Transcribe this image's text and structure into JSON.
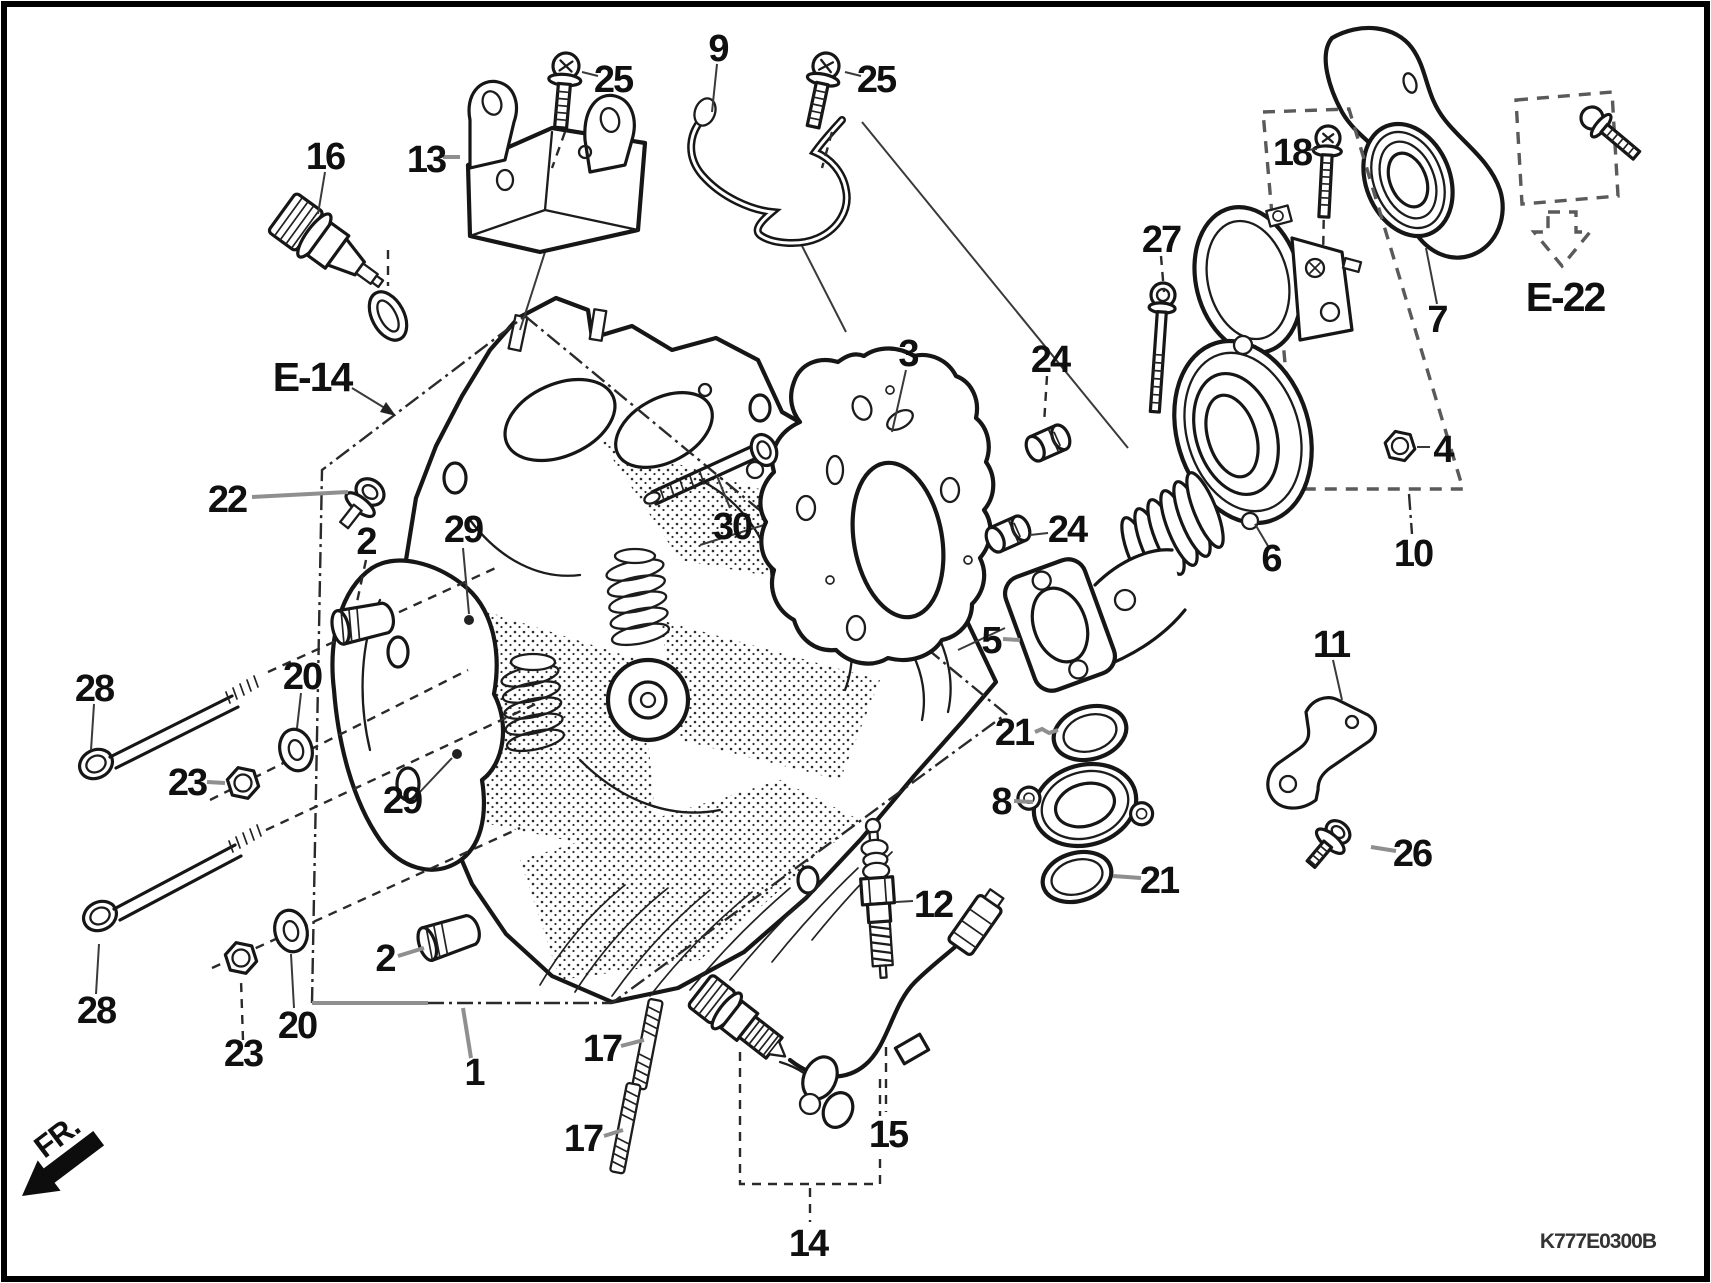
{
  "diagram": {
    "code": "K777E0300B",
    "front_marker": "FR.",
    "refs": {
      "e14": "E-14",
      "e22": "E-22"
    },
    "callouts": [
      {
        "t": "16"
      },
      {
        "t": "13"
      },
      {
        "t": "25"
      },
      {
        "t": "9"
      },
      {
        "t": "25"
      },
      {
        "t": "18"
      },
      {
        "t": "27"
      },
      {
        "t": "7"
      },
      {
        "t": "3"
      },
      {
        "t": "24"
      },
      {
        "t": "24"
      },
      {
        "t": "22"
      },
      {
        "t": "2"
      },
      {
        "t": "29"
      },
      {
        "t": "30"
      },
      {
        "t": "6"
      },
      {
        "t": "10"
      },
      {
        "t": "4"
      },
      {
        "t": "28"
      },
      {
        "t": "20"
      },
      {
        "t": "23"
      },
      {
        "t": "29"
      },
      {
        "t": "5"
      },
      {
        "t": "21"
      },
      {
        "t": "8"
      },
      {
        "t": "11"
      },
      {
        "t": "26"
      },
      {
        "t": "21"
      },
      {
        "t": "12"
      },
      {
        "t": "2"
      },
      {
        "t": "28"
      },
      {
        "t": "23"
      },
      {
        "t": "20"
      },
      {
        "t": "1"
      },
      {
        "t": "17"
      },
      {
        "t": "17"
      },
      {
        "t": "15"
      },
      {
        "t": "14"
      }
    ]
  }
}
